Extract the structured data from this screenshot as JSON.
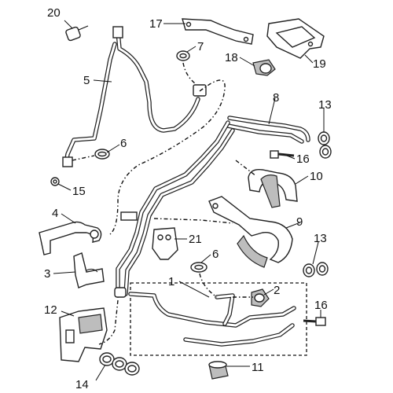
{
  "callouts": [
    {
      "key": "c1",
      "text": "1"
    },
    {
      "key": "c2",
      "text": "2"
    },
    {
      "key": "c3",
      "text": "3"
    },
    {
      "key": "c4",
      "text": "4"
    },
    {
      "key": "c5",
      "text": "5"
    },
    {
      "key": "c6a",
      "text": "6"
    },
    {
      "key": "c6b",
      "text": "6"
    },
    {
      "key": "c7",
      "text": "7"
    },
    {
      "key": "c8",
      "text": "8"
    },
    {
      "key": "c9",
      "text": "9"
    },
    {
      "key": "c10",
      "text": "10"
    },
    {
      "key": "c11",
      "text": "11"
    },
    {
      "key": "c12",
      "text": "12"
    },
    {
      "key": "c13a",
      "text": "13"
    },
    {
      "key": "c13b",
      "text": "13"
    },
    {
      "key": "c14",
      "text": "14"
    },
    {
      "key": "c15",
      "text": "15"
    },
    {
      "key": "c16a",
      "text": "16"
    },
    {
      "key": "c16b",
      "text": "16"
    },
    {
      "key": "c17",
      "text": "17"
    },
    {
      "key": "c18",
      "text": "18"
    },
    {
      "key": "c19",
      "text": "19"
    },
    {
      "key": "c20",
      "text": "20"
    },
    {
      "key": "c21",
      "text": "21"
    }
  ],
  "colors": {
    "line": "#222222",
    "shade": "#bdbdbd",
    "background": "#ffffff"
  }
}
